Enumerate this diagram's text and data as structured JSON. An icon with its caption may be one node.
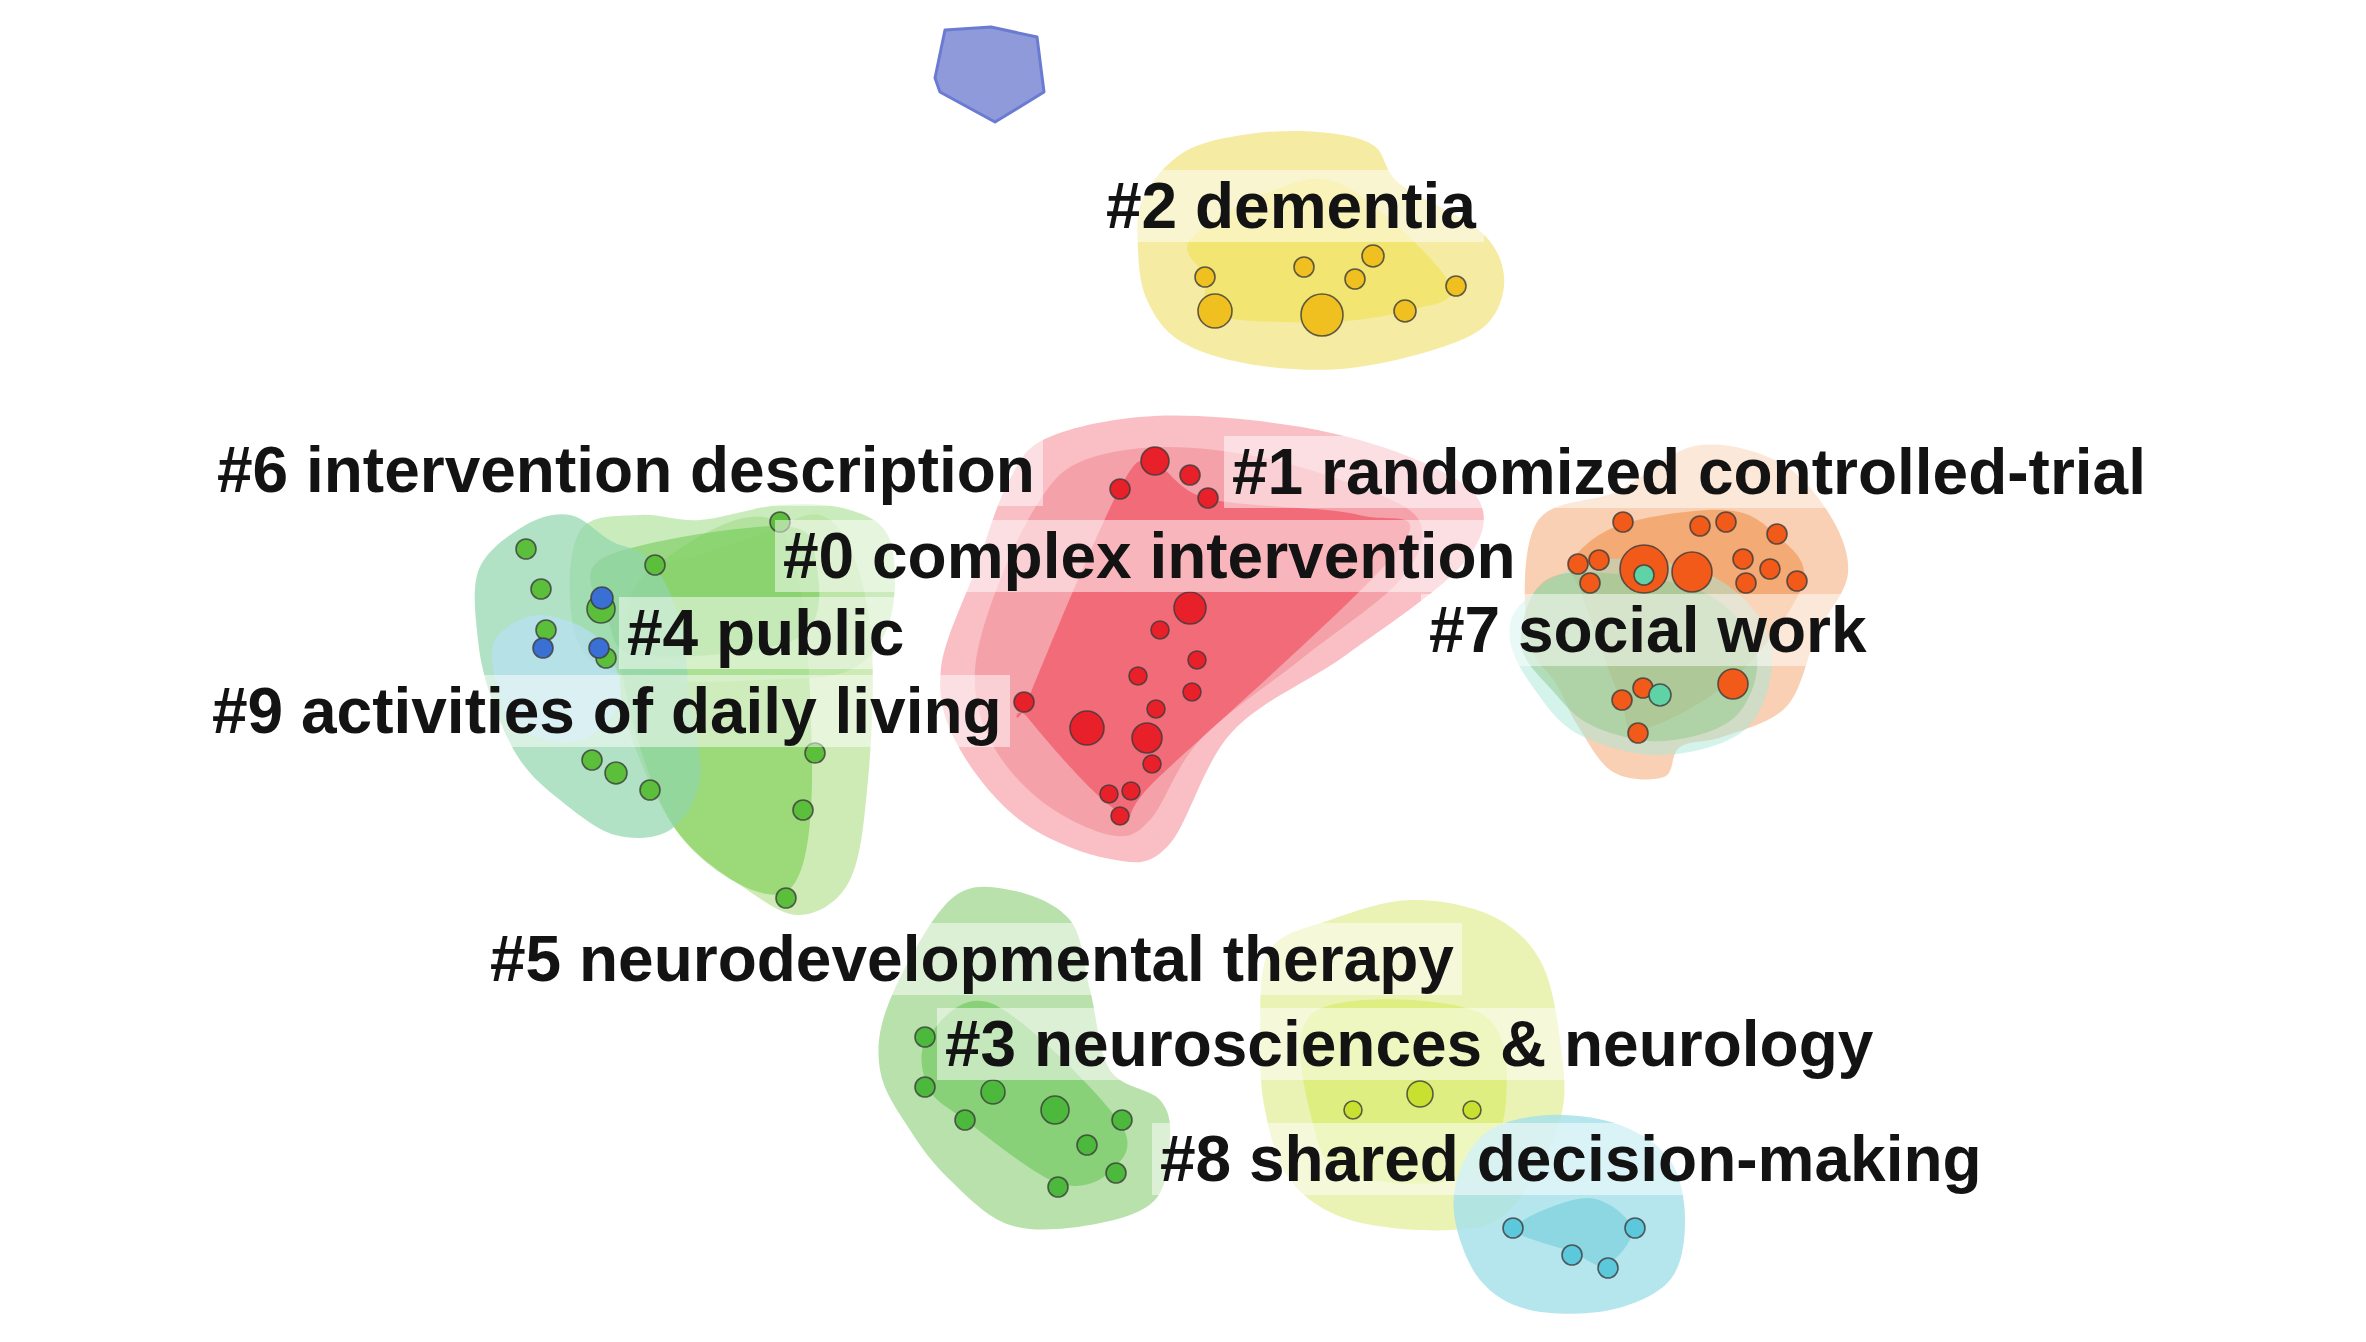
{
  "diagram": {
    "nodes": [
      {
        "text": [],
        "shape": "polygon"
      },
      {
        "text": [
          "#2 dementia"
        ]
      },
      {
        "text": [
          "#6 intervention description"
        ]
      },
      {
        "text": [
          "#1 randomized controlled-trial"
        ]
      },
      {
        "text": [
          "#0 complex intervention"
        ]
      },
      {
        "text": [
          "#4 public"
        ]
      },
      {
        "text": [
          "#7 social work"
        ]
      },
      {
        "text": [
          "#9 activities of daily living"
        ]
      },
      {
        "text": [
          "#5 neurodevelopmental therapy"
        ]
      },
      {
        "text": [
          "#3 neurosciences & neurology"
        ]
      },
      {
        "text": [
          "#8 shared decision-making"
        ]
      }
    ]
  }
}
